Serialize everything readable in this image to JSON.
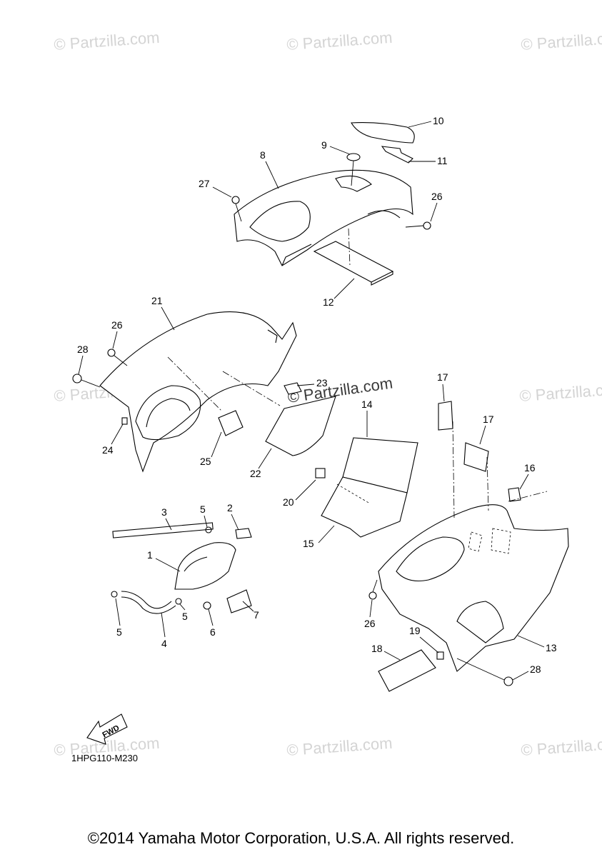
{
  "diagram": {
    "code": "1HPG110-M230",
    "fwd_label": "FWD",
    "copyright": "©2014 Yamaha Motor Corporation, U.S.A. All rights reserved.",
    "watermark": "© Partzilla.com",
    "callouts": [
      "1",
      "2",
      "3",
      "4",
      "5",
      "5",
      "5",
      "6",
      "7",
      "8",
      "9",
      "10",
      "11",
      "12",
      "13",
      "14",
      "15",
      "16",
      "17",
      "17",
      "18",
      "19",
      "20",
      "21",
      "22",
      "23",
      "24",
      "25",
      "26",
      "26",
      "26",
      "27",
      "28",
      "28"
    ]
  }
}
